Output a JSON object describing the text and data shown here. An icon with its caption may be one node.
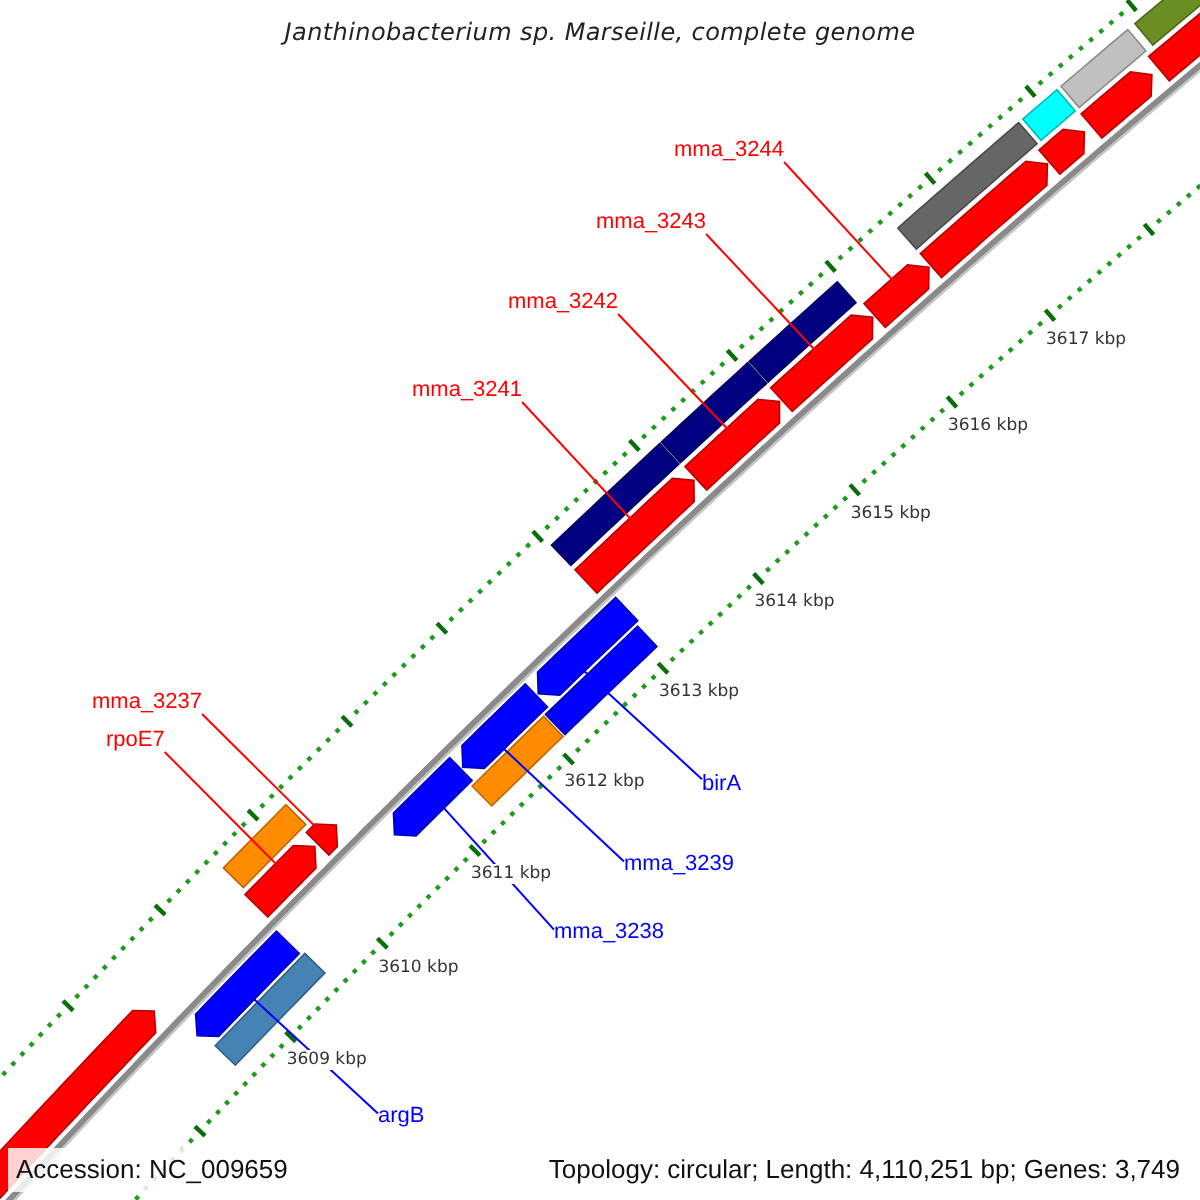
{
  "diagram": {
    "title": "Janthinobacterium sp. Marseille, complete genome",
    "nodes": [
      {
        "text": [
          "mma_3244"
        ]
      },
      {
        "text": [
          "mma_3243"
        ]
      },
      {
        "text": [
          "mma_3242"
        ]
      },
      {
        "text": [
          "mma_3241"
        ]
      },
      {
        "text": [
          "mma_3237"
        ]
      },
      {
        "text": [
          "rpoE7"
        ]
      },
      {
        "text": [
          "birA"
        ]
      },
      {
        "text": [
          "mma_3239"
        ]
      },
      {
        "text": [
          "mma_3238"
        ]
      },
      {
        "text": [
          "argB"
        ]
      },
      {
        "text": [],
        "shape": "bar"
      },
      {
        "text": [],
        "shape": "bar"
      },
      {
        "text": [],
        "shape": "bar"
      },
      {
        "text": [],
        "shape": "bar"
      },
      {
        "text": [],
        "shape": "bar"
      },
      {
        "text": [],
        "shape": "bar"
      },
      {
        "text": [],
        "shape": "bar"
      },
      {
        "text": [],
        "shape": "bar"
      },
      {
        "text": [],
        "shape": "pentagon"
      },
      {
        "text": [],
        "shape": "pentagon"
      },
      {
        "text": [],
        "shape": "pentagon"
      },
      {
        "text": [],
        "shape": "pentagon"
      },
      {
        "text": [],
        "shape": "pentagon"
      },
      {
        "text": [],
        "shape": "pentagon"
      },
      {
        "text": [],
        "shape": "pentagon"
      },
      {
        "text": [],
        "shape": "pentagon"
      },
      {
        "text": [],
        "shape": "pentagon"
      },
      {
        "text": [],
        "shape": "pentagon"
      },
      {
        "text": [],
        "shape": "pentagon"
      },
      {
        "text": [],
        "shape": "pentagon"
      },
      {
        "text": [],
        "shape": "pentagon"
      },
      {
        "text": [],
        "shape": "pentagon"
      },
      {
        "text": [],
        "shape": "pentagon"
      },
      {
        "text": [],
        "shape": "bar"
      },
      {
        "text": [],
        "shape": "bar"
      },
      {
        "text": [],
        "shape": "bar"
      }
    ],
    "edges": [
      {
        "from": 0,
        "to": 24,
        "arrow": "none"
      },
      {
        "from": 1,
        "to": 23,
        "arrow": "none"
      },
      {
        "from": 2,
        "to": 22,
        "arrow": "none"
      },
      {
        "from": 3,
        "to": 21,
        "arrow": "none"
      },
      {
        "from": 4,
        "to": 20,
        "arrow": "none"
      },
      {
        "from": 5,
        "to": 19,
        "arrow": "none"
      },
      {
        "from": 6,
        "to": 32,
        "arrow": "none",
        "color": "#0000ff"
      },
      {
        "from": 7,
        "to": 31,
        "arrow": "none",
        "color": "#0000ff"
      },
      {
        "from": 8,
        "to": 30,
        "arrow": "none",
        "color": "#0000ff"
      },
      {
        "from": 9,
        "to": 29,
        "arrow": "none",
        "color": "#0000ff"
      }
    ],
    "labels": [
      "3609 kbp",
      "3610 kbp",
      "3611 kbp",
      "3612 kbp",
      "3613 kbp",
      "3614 kbp",
      "3615 kbp",
      "3616 kbp",
      "3617 kbp",
      "Accession: NC_009659",
      "Topology: circular; Length: 4,110,251 bp; Genes: 3,749"
    ]
  }
}
